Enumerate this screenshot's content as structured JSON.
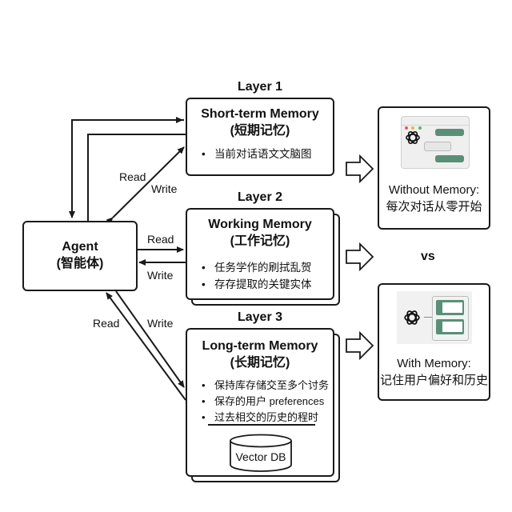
{
  "agent": {
    "title": "Agent",
    "subtitle": "(智能体)"
  },
  "layers": [
    {
      "label": "Layer 1",
      "title": "Short-term Memory",
      "subtitle": "(短期记忆)",
      "bullets": [
        "当前对话语文文脑图"
      ]
    },
    {
      "label": "Layer 2",
      "title": "Working Memory",
      "subtitle": "(工作记忆)",
      "bullets": [
        "任务学作的刷拭乱贺",
        "存存提取的关键实体"
      ]
    },
    {
      "label": "Layer 3",
      "title": "Long-term Memory",
      "subtitle": "(长期记忆)",
      "bullets": [
        "保持库存储交至多个讨务",
        "保存的用户 preferences",
        "过去相交的历史的程时"
      ],
      "db_label": "Vector DB"
    }
  ],
  "arrows": {
    "l1_read": "Read",
    "l1_write": "Write",
    "l2_read": "Read",
    "l2_write": "Write",
    "l3_read": "Read",
    "l3_write": "Write"
  },
  "comparison": {
    "without": {
      "line1": "Without Memory:",
      "line2": "每次对话从零开始",
      "icon": "chat-window-illustration"
    },
    "vs": "vs",
    "with": {
      "line1": "With Memory:",
      "line2": "记住用户偏好和历史",
      "icon": "memory-cards-illustration"
    }
  },
  "colors": {
    "stroke": "#1a1a1a",
    "accent_green": "#5a8f77",
    "panel_bg": "#eeeeee"
  }
}
